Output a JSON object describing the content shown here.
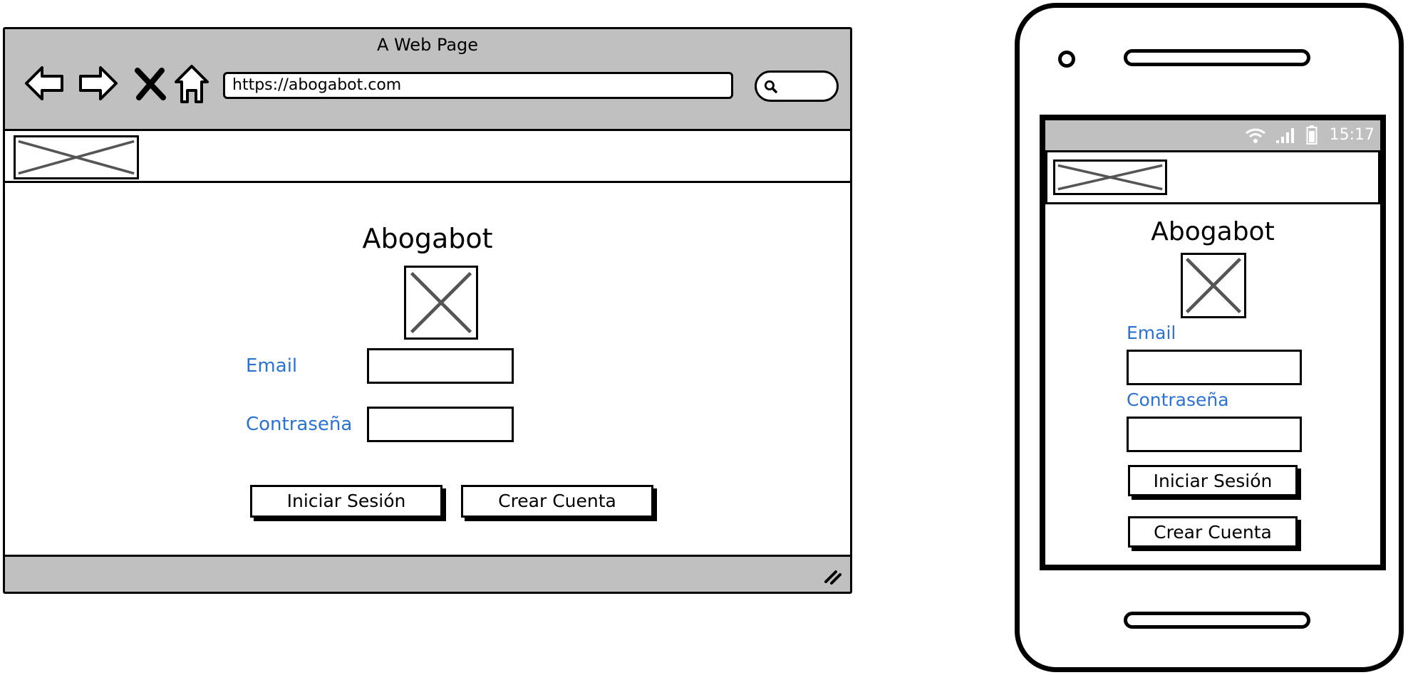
{
  "browser": {
    "title": "A Web Page",
    "url": "https://abogabot.com",
    "nav_icons": [
      "back-arrow-icon",
      "forward-arrow-icon",
      "close-x-icon",
      "home-icon"
    ],
    "search_icon": "search-icon"
  },
  "web": {
    "app_title": "Abogabot",
    "email_label": "Email",
    "password_label": "Contraseña",
    "login_button": "Iniciar Sesión",
    "create_button": "Crear Cuenta"
  },
  "phone": {
    "time": "15:17",
    "app_title": "Abogabot",
    "email_label": "Email",
    "password_label": "Contraseña",
    "login_button": "Iniciar Sesión",
    "create_button": "Crear Cuenta"
  },
  "colors": {
    "frame_gray": "#c0c0c0",
    "label_blue": "#2a72d4",
    "placeholder_x": "#555555"
  }
}
